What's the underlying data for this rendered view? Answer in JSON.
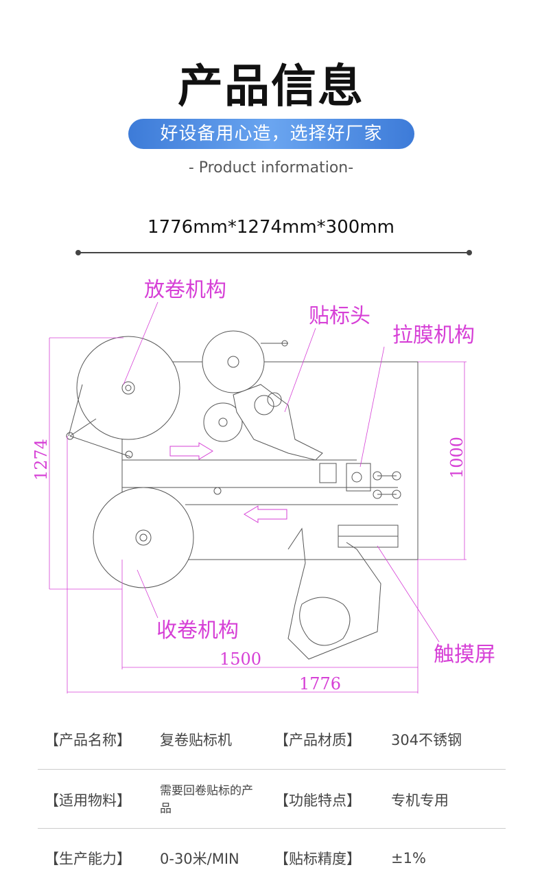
{
  "header": {
    "title": "产品信息",
    "slogan": "好设备用心造，选择好厂家",
    "subtitle": "- Product information-",
    "dimensions": "1776mm*1274mm*300mm"
  },
  "diagram": {
    "labels": {
      "unwind": "放卷机构",
      "label_head": "贴标头",
      "film_pull": "拉膜机构",
      "rewind": "收卷机构",
      "touchscreen": "触摸屏"
    },
    "dimensions": {
      "height_total": "1274",
      "height_machine": "1000",
      "width_machine": "1500",
      "width_total": "1776"
    },
    "accent": "#d63fd6"
  },
  "specs": [
    {
      "k1": "【产品名称】",
      "v1": "复卷贴标机",
      "k2": "【产品材质】",
      "v2": "304不锈钢"
    },
    {
      "k1": "【适用物料】",
      "v1": "需要回卷贴标的产品",
      "k2": "【功能特点】",
      "v2": "专机专用"
    },
    {
      "k1": "【生产能力】",
      "v1": "0-30米/MIN",
      "k2": "【贴标精度】",
      "v2": "±1%"
    }
  ]
}
